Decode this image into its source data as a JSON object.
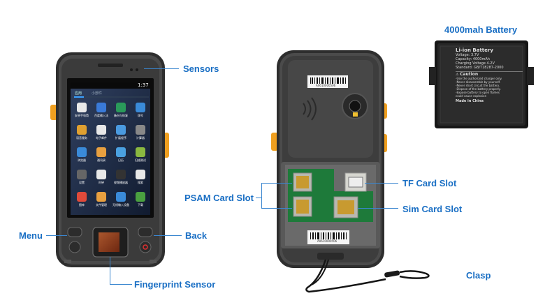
{
  "labels": {
    "battery_title": "4000mah Battery",
    "sensors": "Sensors",
    "psam": "PSAM Card Slot",
    "tf": "TF Card Slot",
    "sim": "Sim Card Slot",
    "menu": "Menu",
    "back": "Back",
    "fingerprint": "Fingerprint Sensor",
    "clasp": "Clasp"
  },
  "phone_screen": {
    "time": "1:37",
    "tabs": [
      "应用",
      "小部件"
    ],
    "apps": [
      "安卓手电筒",
      "百度输入法",
      "备份与恢复",
      "拨号",
      "语音服务",
      "电子邮件",
      "扩展程序",
      "计算器",
      "浏览器",
      "通讯录",
      "日历",
      "扫描测试",
      "设置",
      "时钟",
      "视频播放器",
      "搜索",
      "图库",
      "文件管理",
      "无线输入设备",
      "下载"
    ]
  },
  "battery": {
    "title": "Li-ion Battery",
    "lines": [
      "Voltage: 3.7V",
      "Capacity: 4000mAh",
      "Charging Voltage 4.2V",
      "Standard: GB/T18287-2000"
    ],
    "caution": "Caution",
    "warnings": [
      "-Use the authorized charger only.",
      "-Never disassemble by yourself.",
      "-Never short circuit the battery.",
      "-Dispose of the battery properly.",
      "-Expose battery to open flames",
      "could cause explosion"
    ],
    "made_in": "Made in China"
  },
  "barcode_text": "A0610000506",
  "colors": {
    "accent": "#1a6fc4",
    "body": "#3a3a3a",
    "orange": "#f0a020"
  }
}
